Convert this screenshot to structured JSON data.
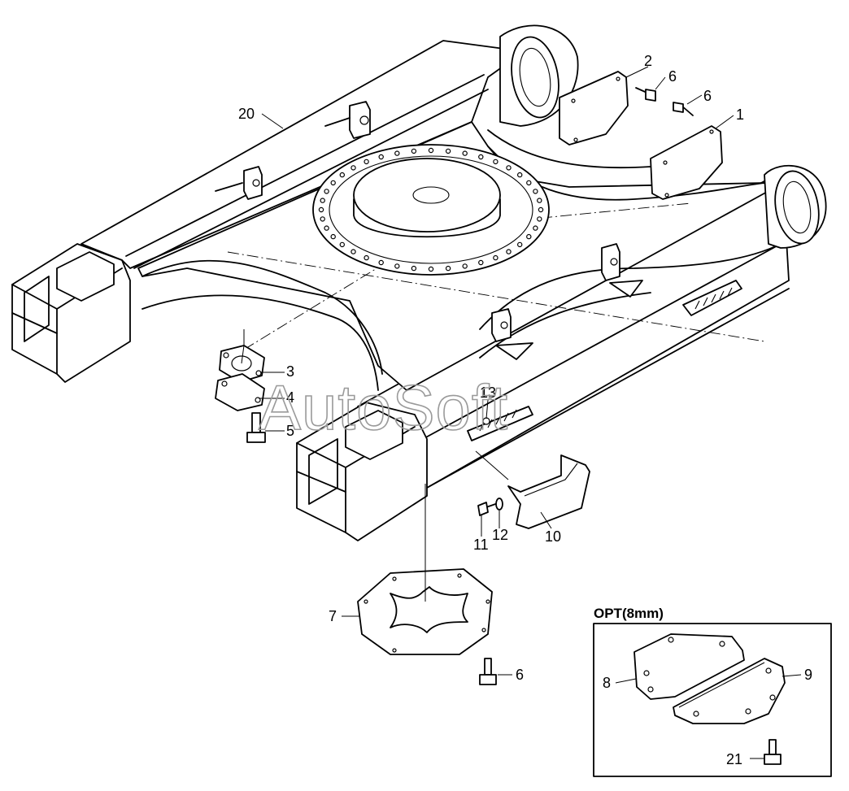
{
  "watermark": "AutoSoft",
  "option_box": {
    "title": "OPT(8mm)"
  },
  "callouts": [
    {
      "id": "c20",
      "text": "20"
    },
    {
      "id": "c2",
      "text": "2"
    },
    {
      "id": "c6a",
      "text": "6"
    },
    {
      "id": "c6b",
      "text": "6"
    },
    {
      "id": "c1",
      "text": "1"
    },
    {
      "id": "c3",
      "text": "3"
    },
    {
      "id": "c4",
      "text": "4"
    },
    {
      "id": "c5",
      "text": "5"
    },
    {
      "id": "c13",
      "text": "13"
    },
    {
      "id": "c11",
      "text": "11"
    },
    {
      "id": "c12",
      "text": "12"
    },
    {
      "id": "c10",
      "text": "10"
    },
    {
      "id": "c7",
      "text": "7"
    },
    {
      "id": "c6c",
      "text": "6"
    },
    {
      "id": "c8",
      "text": "8"
    },
    {
      "id": "c9",
      "text": "9"
    },
    {
      "id": "c21",
      "text": "21"
    }
  ]
}
